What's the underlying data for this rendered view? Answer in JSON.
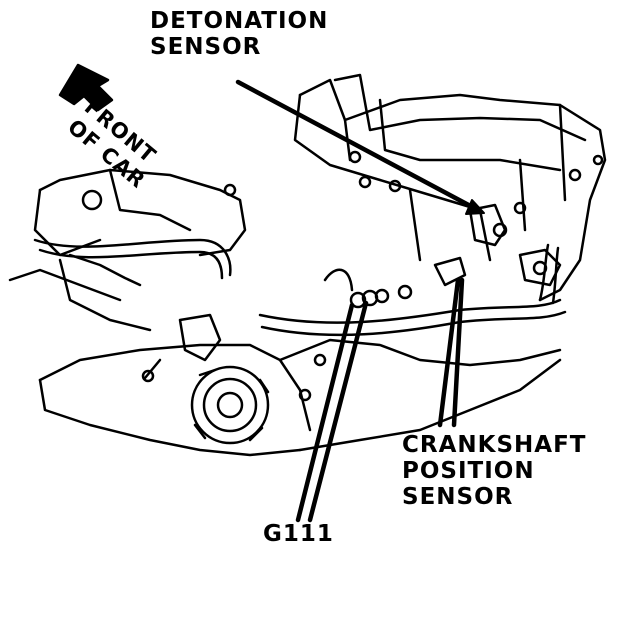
{
  "labels": {
    "detonation_sensor": [
      "DETONATION",
      "SENSOR"
    ],
    "crankshaft_position_sensor": [
      "CRANKSHAFT",
      "POSITION",
      "SENSOR"
    ],
    "ground": "G111",
    "front_of_car": [
      "FRONT",
      "OF CAR"
    ]
  },
  "colors": {
    "ink": "#000000",
    "paper": "#ffffff"
  }
}
